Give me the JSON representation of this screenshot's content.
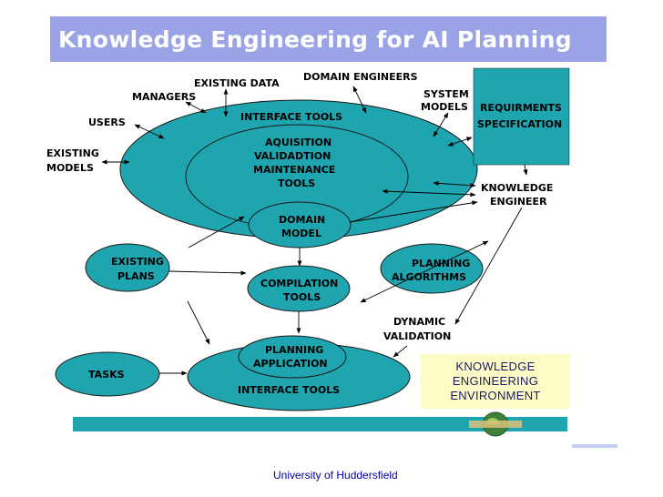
{
  "title": "Knowledge Engineering for AI Planning",
  "colors": {
    "ellipse_fill": "#1fa5b0",
    "title_bar": "#99a3e6",
    "ke_env_bg": "#fdfcc6",
    "bar": "#1fa5b0"
  },
  "labels": {
    "existing_data": "EXISTING DATA",
    "domain_engineers": "DOMAIN ENGINEERS",
    "managers": "MANAGERS",
    "system_models_1": "SYSTEM",
    "system_models_2": "MODELS",
    "users": "USERS",
    "interface_tools_top": "INTERFACE TOOLS",
    "existing_models_1": "EXISTING",
    "existing_models_2": "MODELS",
    "req_spec_1": "REQUIRMENTS",
    "req_spec_2": "SPECIFICATION",
    "aquisition_1": "AQUISITION",
    "aquisition_2": "VALIDADTION",
    "aquisition_3": "MAINTENANCE",
    "aquisition_4": "TOOLS",
    "knowledge_engineer_1": "KNOWLEDGE",
    "knowledge_engineer_2": "ENGINEER",
    "domain_model_1": "DOMAIN",
    "domain_model_2": "MODEL",
    "existing_plans_1": "EXISTING",
    "existing_plans_2": "PLANS",
    "planning_algorithms_1": "PLANNING",
    "planning_algorithms_2": "ALGORITHMS",
    "compilation_1": "COMPILATION",
    "compilation_2": "TOOLS",
    "dynamic_validation_1": "DYNAMIC",
    "dynamic_validation_2": "VALIDATION",
    "planning_application_1": "PLANNING",
    "planning_application_2": "APPLICATION",
    "tasks": "TASKS",
    "interface_tools_bottom": "INTERFACE TOOLS"
  },
  "ke_environment": [
    "KNOWLEDGE",
    "ENGINEERING",
    "ENVIRONMENT"
  ],
  "footer": "University of Huddersfield"
}
